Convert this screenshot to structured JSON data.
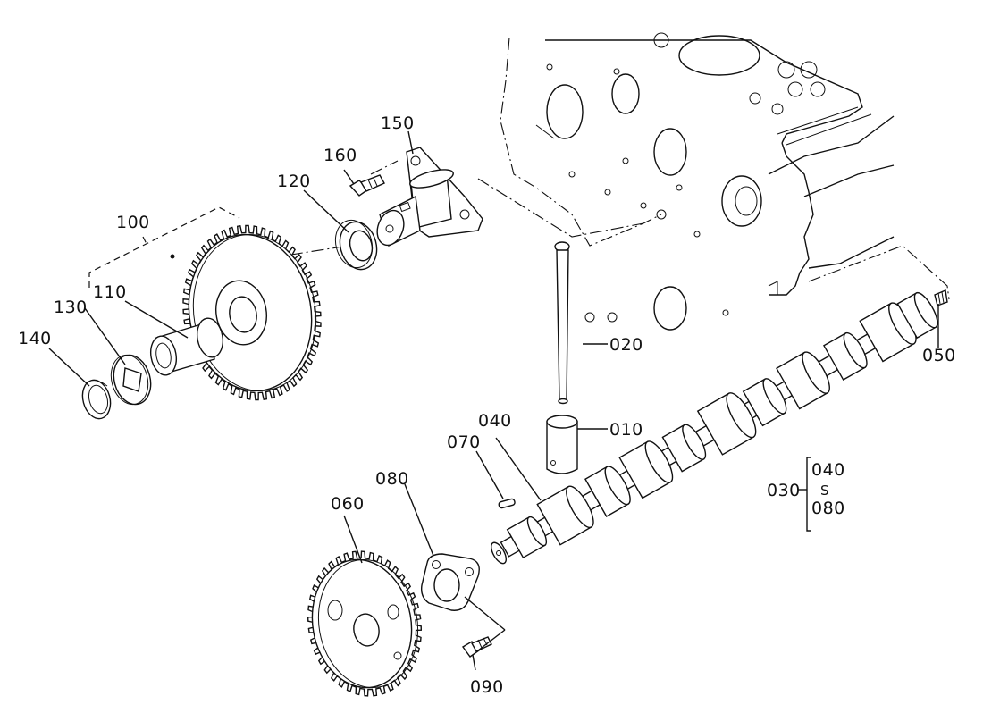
{
  "diagram": {
    "labels": {
      "p010": "010",
      "p020": "020",
      "p030": "030",
      "p040": "040",
      "p050": "050",
      "p060": "060",
      "p070": "070",
      "p080": "080",
      "p090": "090",
      "p100": "100",
      "p110": "110",
      "p120": "120",
      "p130": "130",
      "p140": "140",
      "p150": "150",
      "p160": "160",
      "range_start": "040",
      "range_sep": "S",
      "range_end": "080"
    },
    "colors": {
      "ink": "#111111",
      "paper": "#ffffff"
    }
  }
}
